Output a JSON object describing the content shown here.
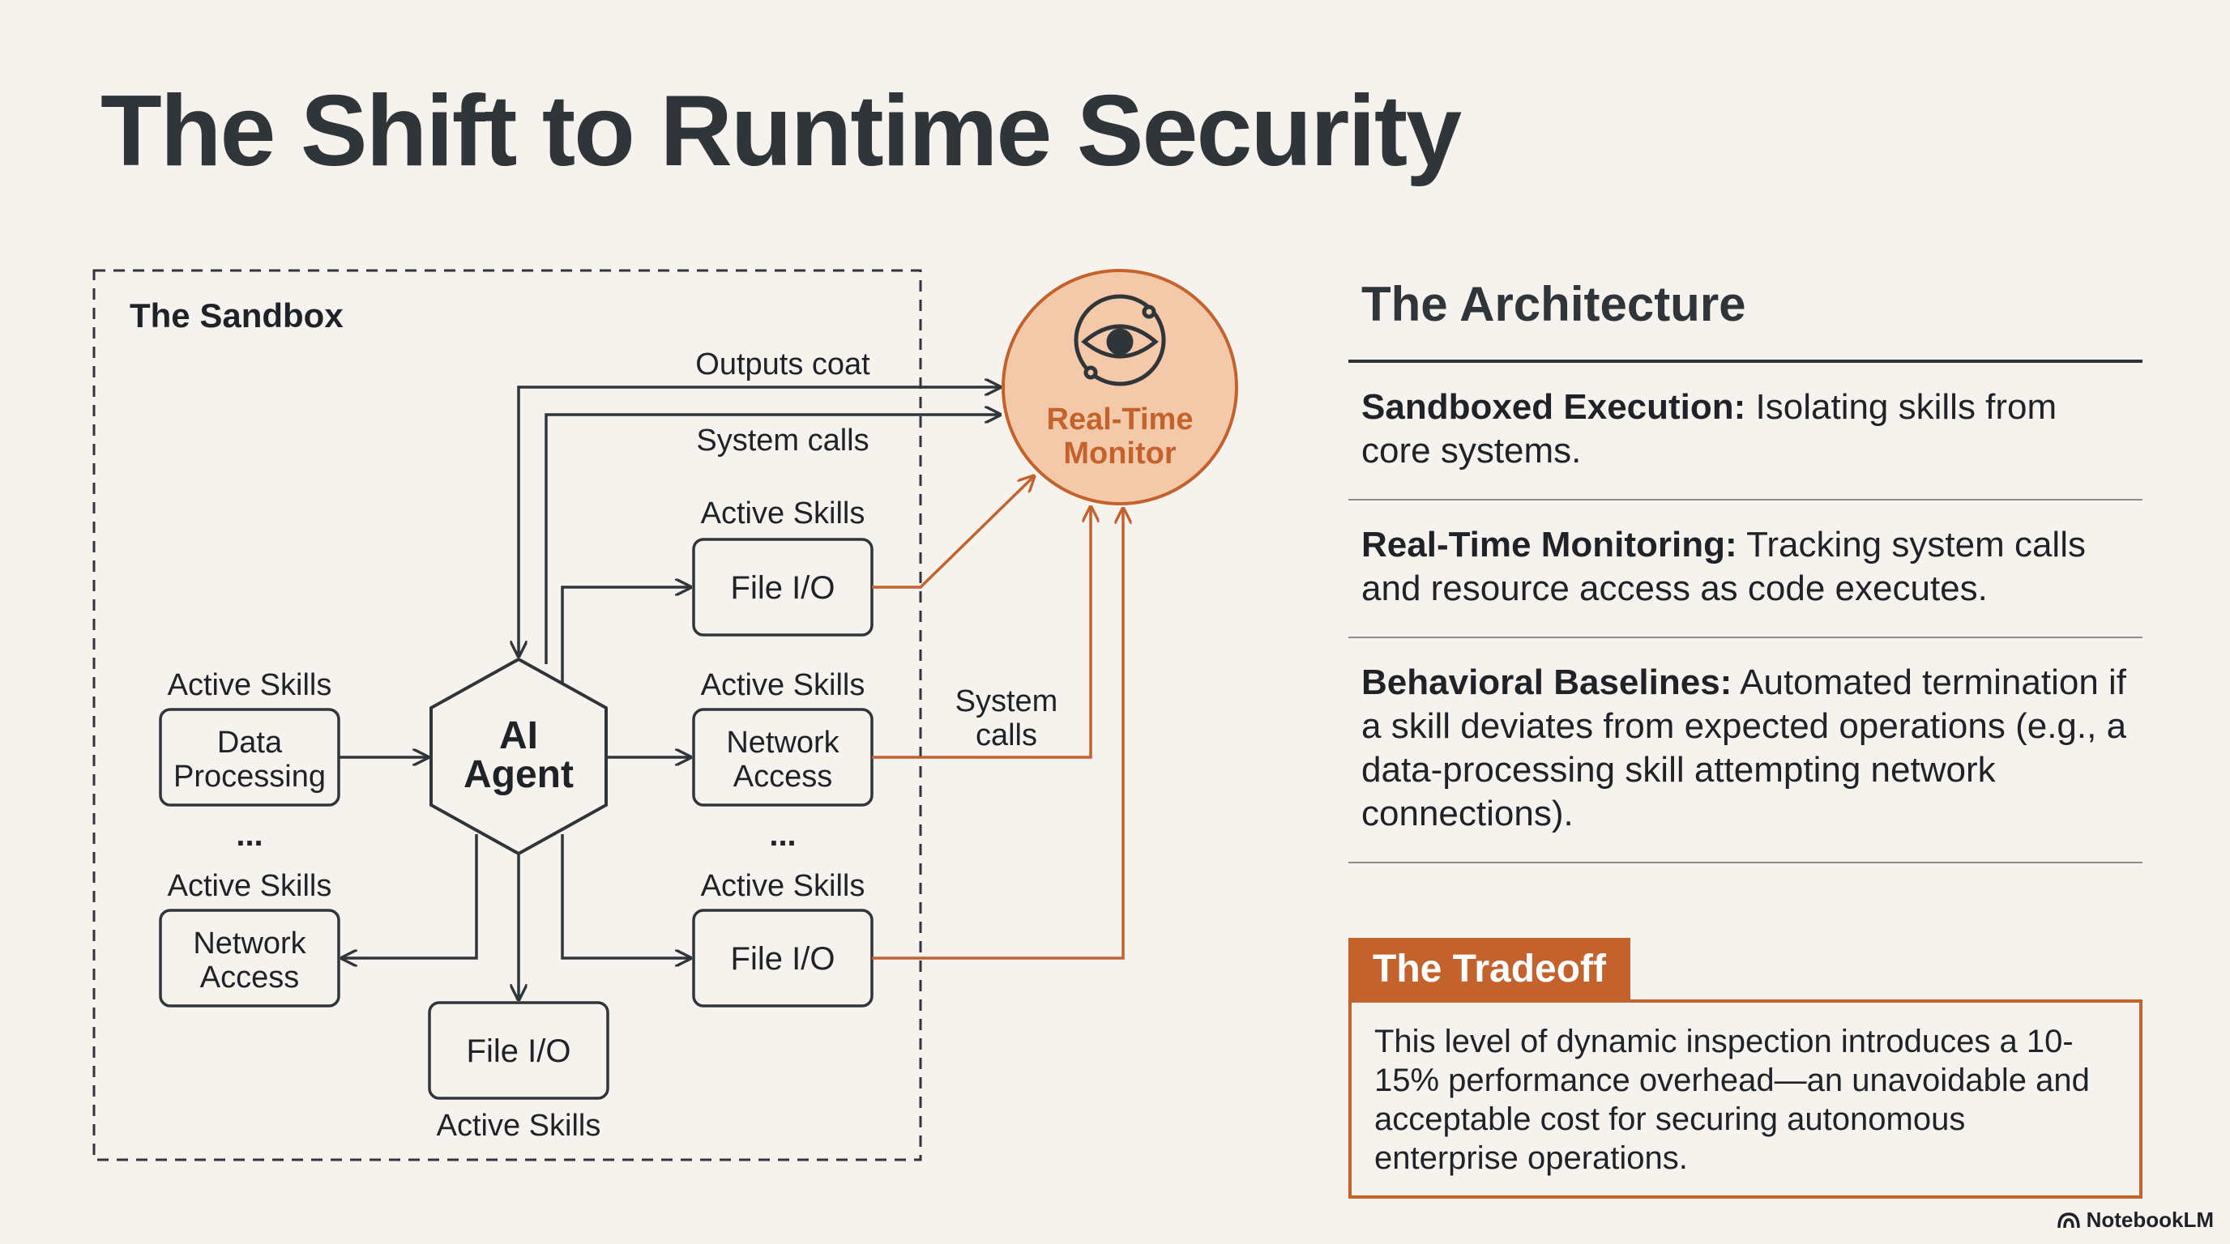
{
  "title": "The Shift to Runtime Security",
  "diagram": {
    "sandbox_label": "The Sandbox",
    "monitor_label": [
      "Real-Time",
      "Monitor"
    ],
    "agent_label": [
      "AI",
      "Agent"
    ],
    "flow_outputs": "Outputs coat",
    "flow_system_calls": "System calls",
    "flow_system_calls_2": [
      "System",
      "calls"
    ],
    "skill_caption": "Active Skills",
    "ellipsis": "...",
    "skills": {
      "data_processing": [
        "Data",
        "Processing"
      ],
      "network_access_left": [
        "Network",
        "Access"
      ],
      "file_io_bottom": "File I/O",
      "file_io_top_right": "File I/O",
      "network_access_right": [
        "Network",
        "Access"
      ],
      "file_io_bottom_right": "File I/O"
    },
    "colors": {
      "accent": "#c4622d",
      "monitor_fill": "#f3c9a9",
      "ink": "#2f3538"
    }
  },
  "architecture": {
    "heading": "The Architecture",
    "items": [
      {
        "term": "Sandboxed Execution:",
        "text": " Isolating skills from core systems."
      },
      {
        "term": "Real-Time Monitoring:",
        "text": " Tracking system calls and resource access as code executes."
      },
      {
        "term": "Behavioral Baselines:",
        "text": " Automated termination if a skill deviates from expected operations (e.g., a data-processing skill attempting network connections)."
      }
    ]
  },
  "tradeoff": {
    "heading": "The Tradeoff",
    "body": "This level of dynamic inspection introduces a 10-15% performance overhead—an unavoidable and acceptable cost for securing autonomous enterprise operations."
  },
  "brand": "NotebookLM"
}
